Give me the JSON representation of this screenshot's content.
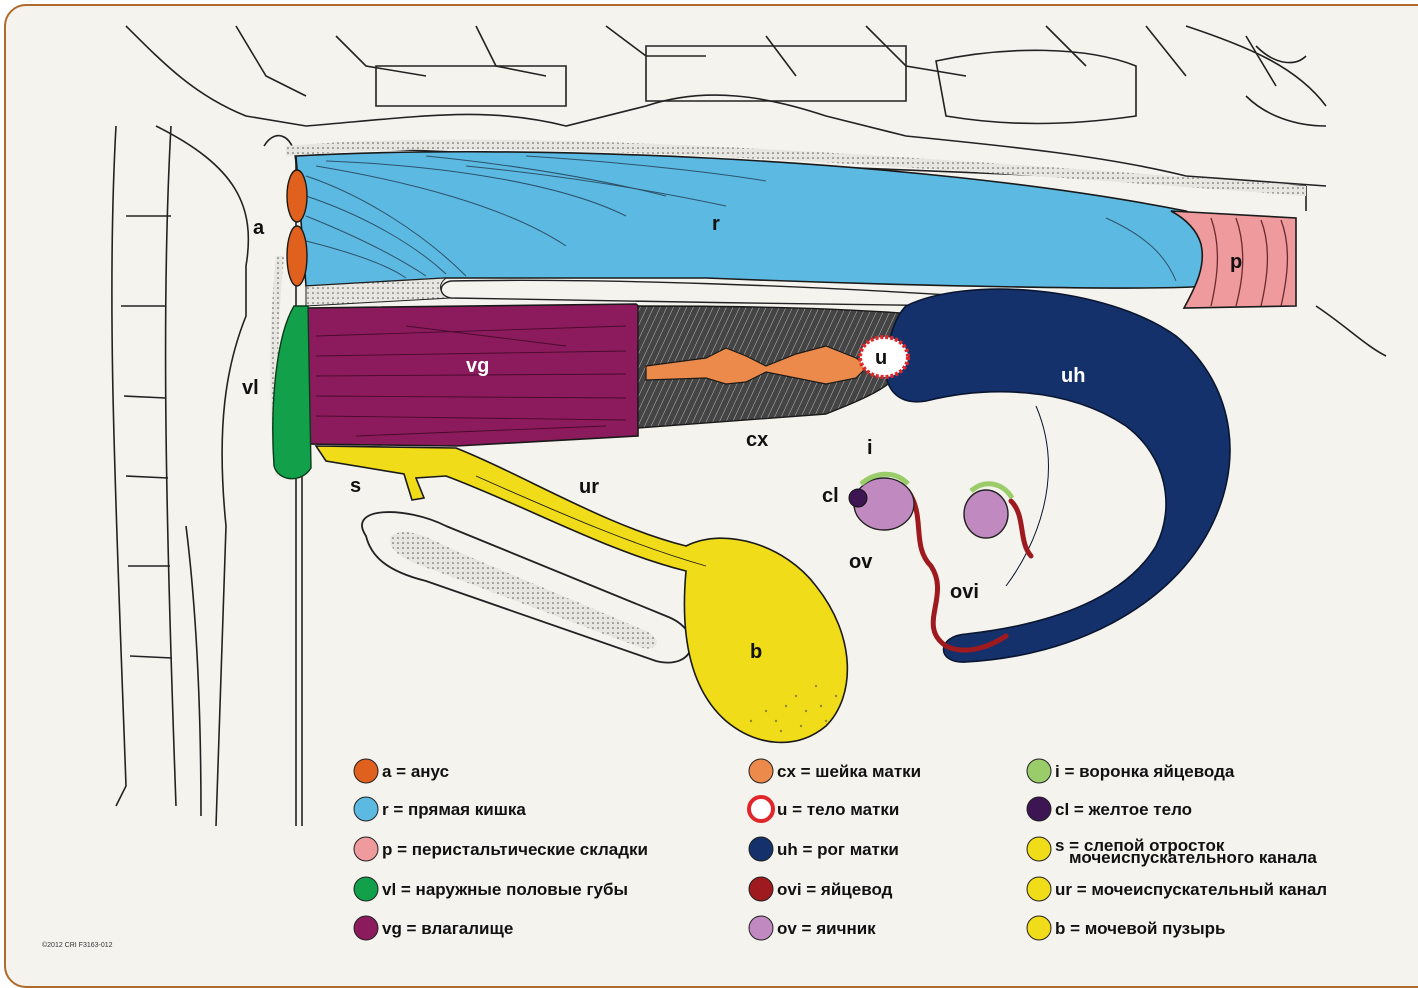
{
  "colors": {
    "anus": "#e0601e",
    "rectum": "#5cb9e2",
    "peristaltic": "#ef9a9c",
    "vulva": "#12a04a",
    "vagina": "#8b1b5c",
    "cervix": "#ec8a4b",
    "uterus_ring": "#e0262a",
    "uterine_horn": "#15316b",
    "oviduct": "#9e1a1e",
    "ovary": "#c08ac0",
    "infundibulum": "#9acd6a",
    "corpus_luteum": "#3d1552",
    "bladder_yellow": "#f0dc18",
    "frame_border": "#b06a2c"
  },
  "labels": {
    "a": "a",
    "r": "r",
    "p": "p",
    "vl": "vl",
    "vg": "vg",
    "u": "u",
    "uh": "uh",
    "cx": "cx",
    "i": "i",
    "cl": "cl",
    "ov": "ov",
    "ovi": "ovi",
    "s": "s",
    "ur": "ur",
    "b": "b"
  },
  "legend": [
    {
      "id": "a",
      "text": "a = анус",
      "color": "#e0601e",
      "style": "fill"
    },
    {
      "id": "r",
      "text": "r = прямая кишка",
      "color": "#5cb9e2",
      "style": "fill"
    },
    {
      "id": "p",
      "text": "p = перистальтические складки",
      "color": "#ef9a9c",
      "style": "fill"
    },
    {
      "id": "vl",
      "text": "vl = наружные половые губы",
      "color": "#12a04a",
      "style": "fill"
    },
    {
      "id": "vg",
      "text": "vg = влагалище",
      "color": "#8b1b5c",
      "style": "fill"
    },
    {
      "id": "cx",
      "text": "cx = шейка матки",
      "color": "#ec8a4b",
      "style": "fill"
    },
    {
      "id": "u",
      "text": "u = тело матки",
      "color": "#e0262a",
      "style": "ring"
    },
    {
      "id": "uh",
      "text": "uh = рог матки",
      "color": "#15316b",
      "style": "fill"
    },
    {
      "id": "ovi",
      "text": "ovi = яйцевод",
      "color": "#9e1a1e",
      "style": "fill"
    },
    {
      "id": "ov",
      "text": "ov = яичник",
      "color": "#c08ac0",
      "style": "fill"
    },
    {
      "id": "i",
      "text": "i = воронка яйцевода",
      "color": "#9acd6a",
      "style": "fill"
    },
    {
      "id": "cl",
      "text": "cl = желтое тело",
      "color": "#3d1552",
      "style": "fill"
    },
    {
      "id": "s",
      "text": "s = слепой отросток",
      "text2": "мочеиспускательного канала",
      "color": "#f0dc18",
      "style": "fill"
    },
    {
      "id": "ur",
      "text": "ur = мочеиспускательный канал",
      "color": "#f0dc18",
      "style": "fill"
    },
    {
      "id": "b",
      "text": "b = мочевой пузырь",
      "color": "#f0dc18",
      "style": "fill"
    }
  ],
  "copyright": "©2012 CRI   F3163-012"
}
